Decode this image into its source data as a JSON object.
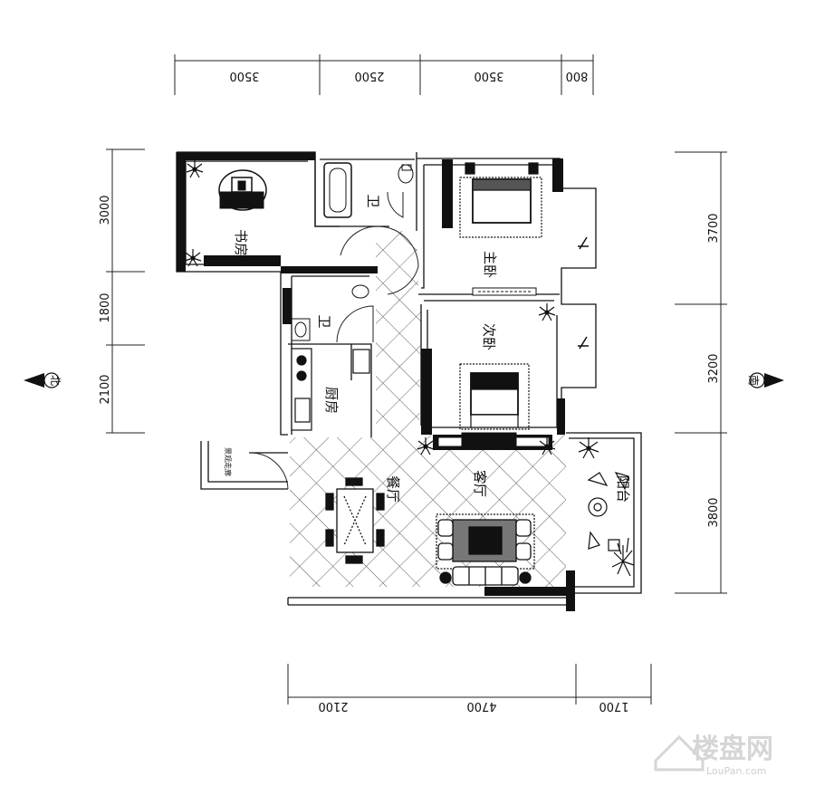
{
  "dimensions": {
    "top": [
      "3500",
      "2500",
      "3500",
      "800"
    ],
    "left": [
      "3000",
      "1800",
      "2100"
    ],
    "right": [
      "3700",
      "3200",
      "3800"
    ],
    "bottom": [
      "2100",
      "4700",
      "1700"
    ]
  },
  "compass": {
    "north": "北",
    "south": "南"
  },
  "rooms": {
    "study": "书房",
    "bath_top": "卫",
    "master_bedroom": "主卧",
    "bath_mid": "卫",
    "second_bedroom": "次卧",
    "kitchen": "厨房",
    "dining": "餐厅",
    "living": "客厅",
    "balcony": "阳台",
    "corridor": "景观走廊"
  },
  "watermark": {
    "brand": "楼盘网",
    "url": "LouPan.com"
  }
}
